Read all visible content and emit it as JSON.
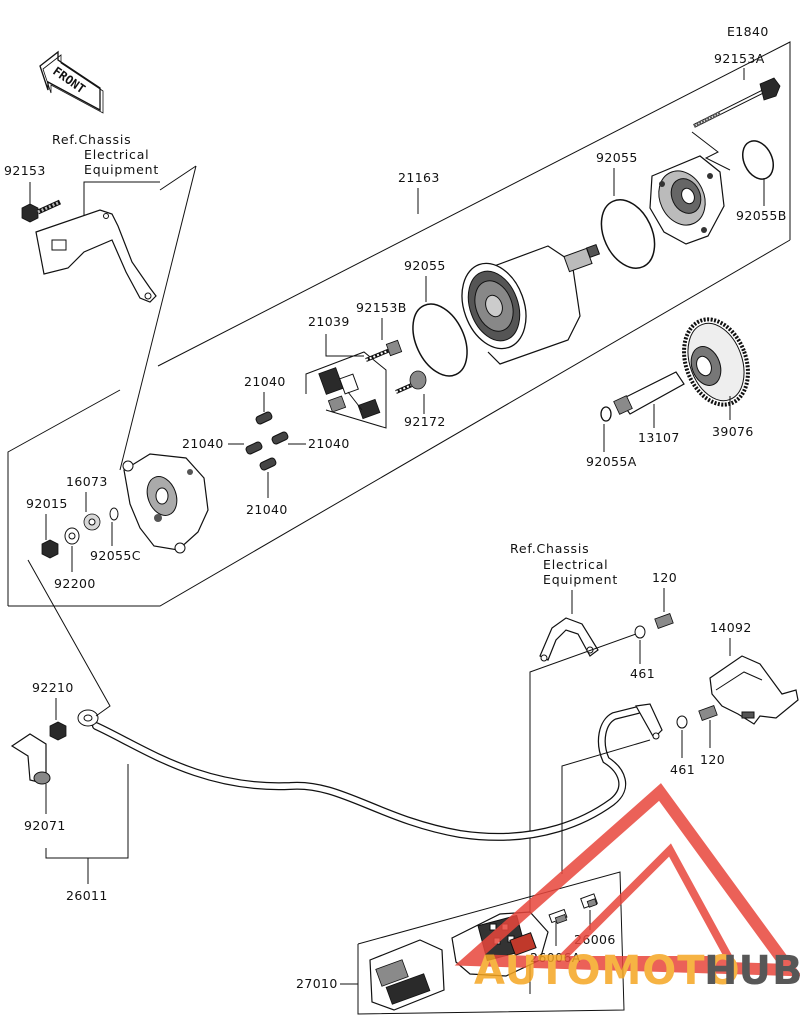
{
  "diagram_code": "E1840",
  "front_arrow": "FRONT",
  "refs": {
    "chassis_top": [
      "Ref.Chassis",
      "Electrical",
      "Equipment"
    ],
    "chassis_mid": [
      "Ref.Chassis",
      "Electrical",
      "Equipment"
    ]
  },
  "parts": {
    "p92153A": "92153A",
    "p92055_upper": "92055",
    "p92055B": "92055B",
    "p21163": "21163",
    "p92055_lower": "92055",
    "p92153": "92153",
    "p21039": "21039",
    "p92153B": "92153B",
    "p92172": "92172",
    "p21040_a": "21040",
    "p21040_b": "21040",
    "p21040_c": "21040",
    "p21040_d": "21040",
    "p13107": "13107",
    "p39076": "39076",
    "p92055A": "92055A",
    "p16073": "16073",
    "p92015": "92015",
    "p92055C": "92055C",
    "p92200": "92200",
    "p120_a": "120",
    "p461_a": "461",
    "p14092": "14092",
    "p92210": "92210",
    "p461_b": "461",
    "p120_b": "120",
    "p92071": "92071",
    "p26011": "26011",
    "p26006": "26006",
    "p26006A": "26006A",
    "p27010": "27010"
  },
  "watermark": {
    "text_a": "AUTOMOTO",
    "text_b": "HUB",
    "color_a": "#f5a623",
    "color_b": "#3a3a3a",
    "logo_color": "#e8463c"
  }
}
